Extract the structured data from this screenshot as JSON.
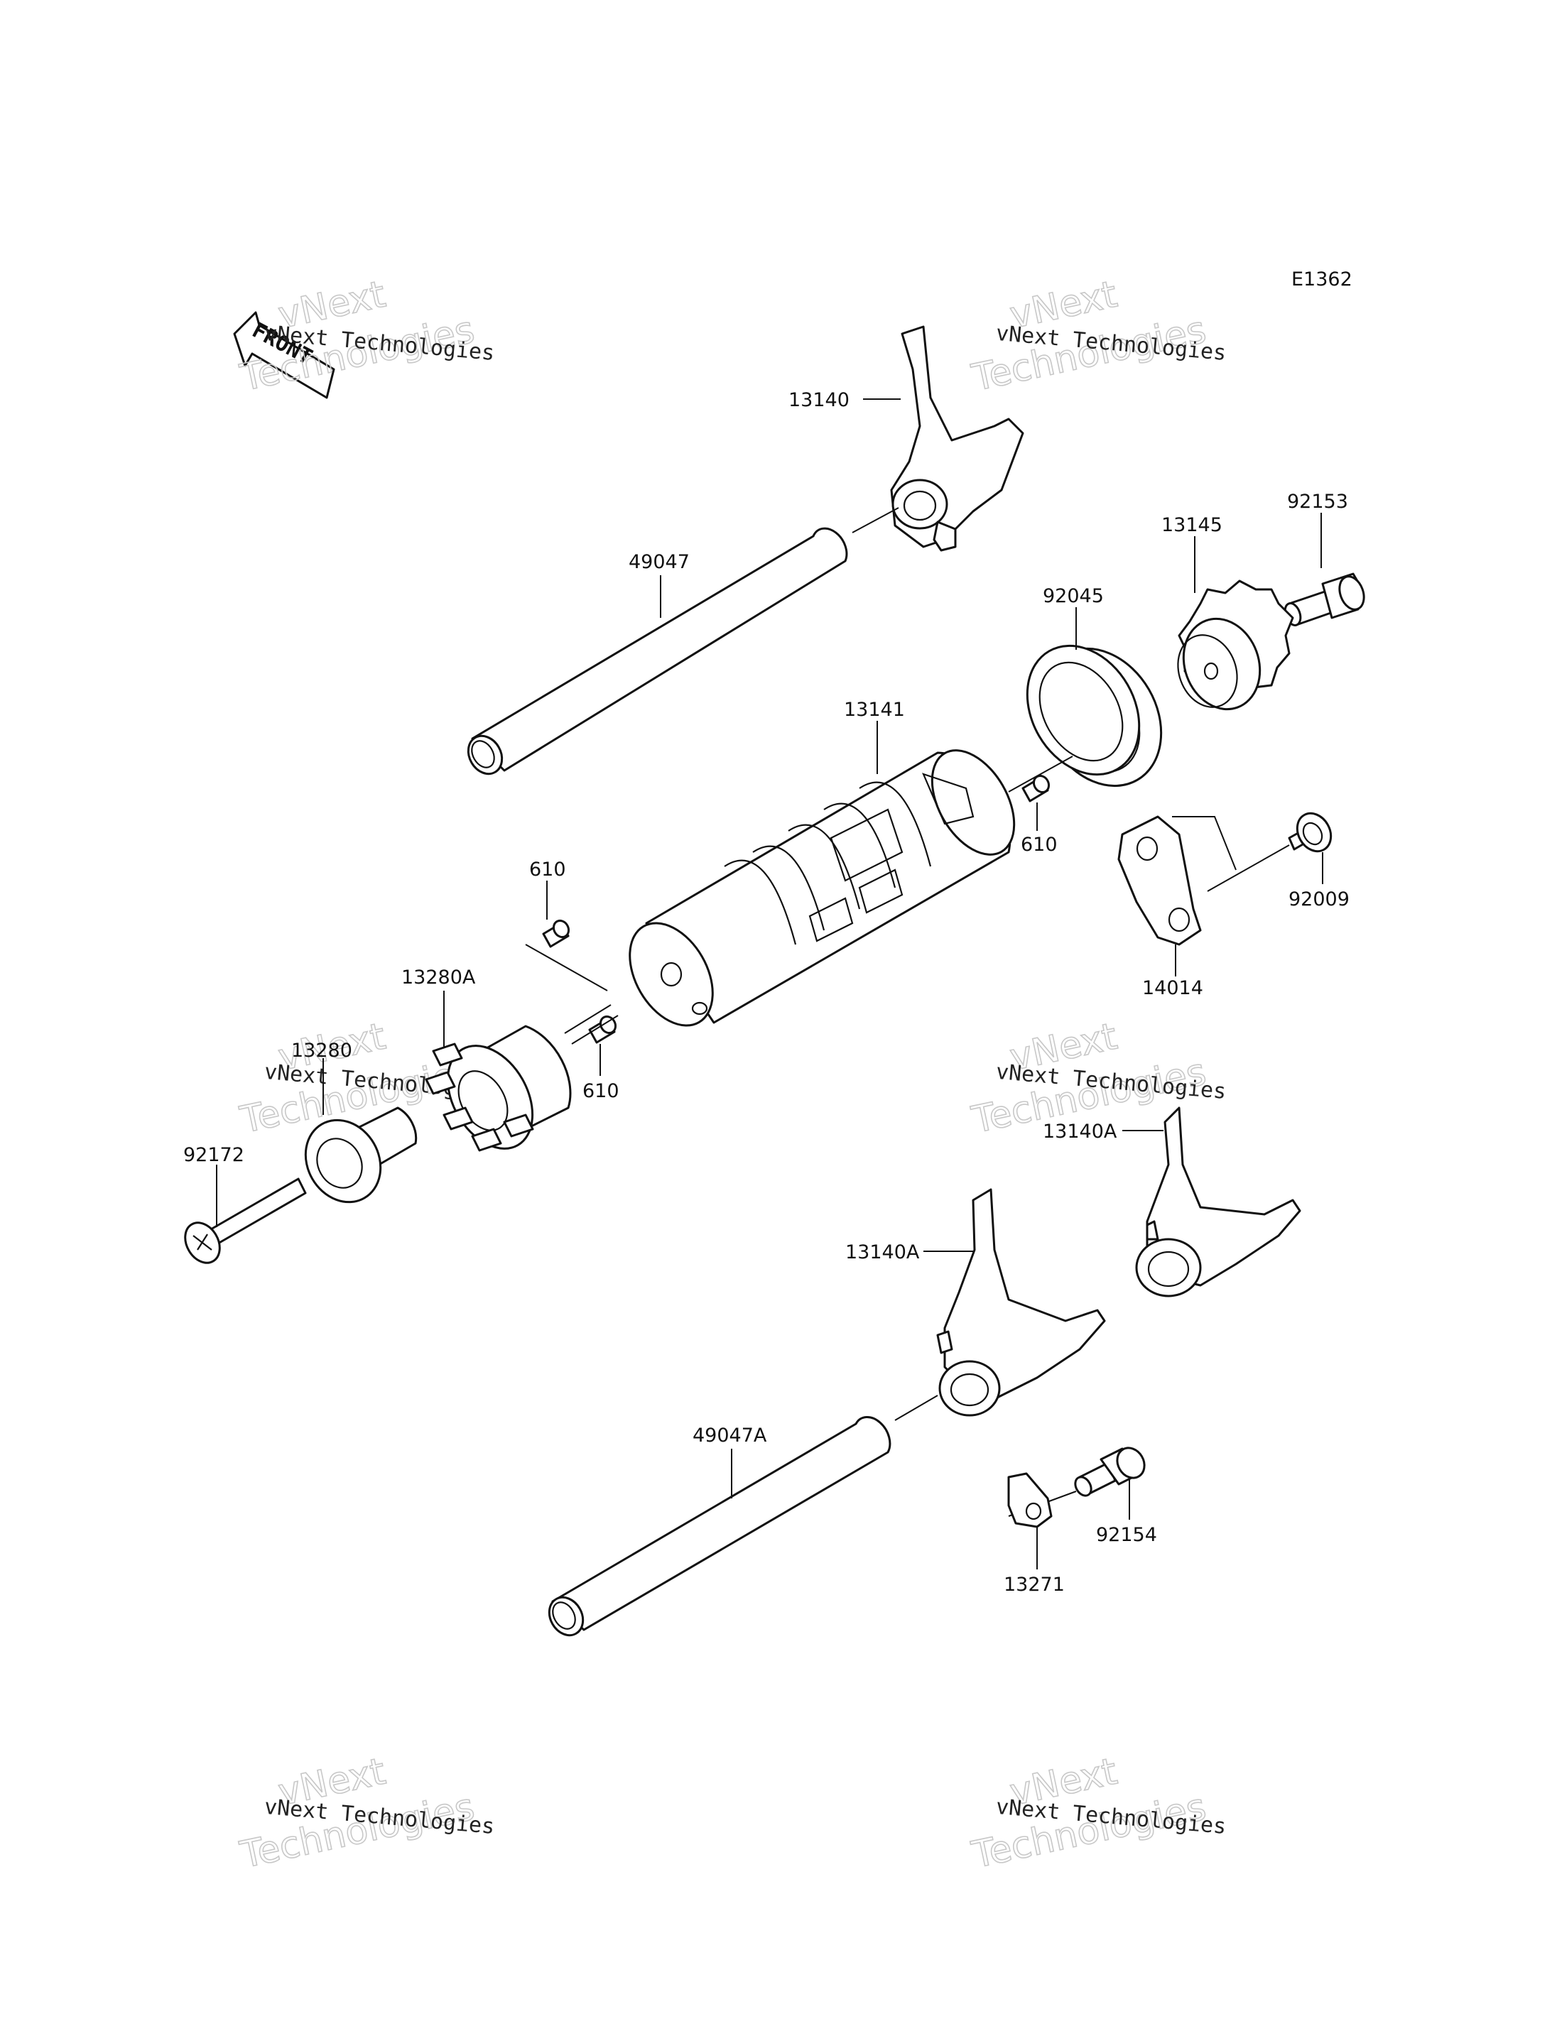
{
  "diagram_code": "E1362",
  "front_label": "FRONT",
  "watermark": {
    "line1": "vNext Technologies",
    "outline_line1": "vNext",
    "outline_line2": "Technologies"
  },
  "parts": [
    {
      "id": "p13140",
      "label": "13140"
    },
    {
      "id": "p49047",
      "label": "49047"
    },
    {
      "id": "p13145",
      "label": "13145"
    },
    {
      "id": "p92153",
      "label": "92153"
    },
    {
      "id": "p92045",
      "label": "92045"
    },
    {
      "id": "p13141",
      "label": "13141"
    },
    {
      "id": "p610a",
      "label": "610"
    },
    {
      "id": "p610b",
      "label": "610"
    },
    {
      "id": "p610c",
      "label": "610"
    },
    {
      "id": "p92009",
      "label": "92009"
    },
    {
      "id": "p14014",
      "label": "14014"
    },
    {
      "id": "p13280A",
      "label": "13280A"
    },
    {
      "id": "p13280",
      "label": "13280"
    },
    {
      "id": "p92172",
      "label": "92172"
    },
    {
      "id": "p13140A1",
      "label": "13140A"
    },
    {
      "id": "p13140A2",
      "label": "13140A"
    },
    {
      "id": "p49047A",
      "label": "49047A"
    },
    {
      "id": "p92154",
      "label": "92154"
    },
    {
      "id": "p13271",
      "label": "13271"
    }
  ]
}
